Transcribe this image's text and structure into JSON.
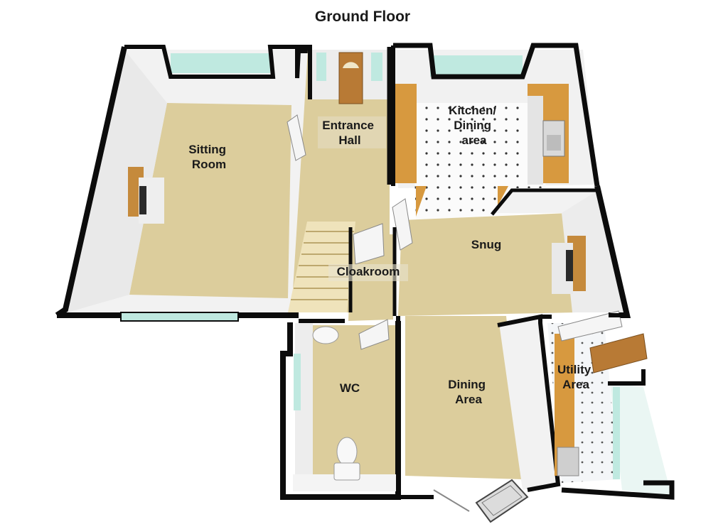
{
  "title": "Ground Floor",
  "rooms": {
    "sitting_room": [
      "Sitting",
      "Room"
    ],
    "entrance_hall": [
      "Entrance",
      "Hall"
    ],
    "kitchen": [
      "Kitchen/",
      "Dining",
      "area"
    ],
    "snug": "Snug",
    "cloakroom": "Cloakroom",
    "wc": "WC",
    "dining_area": [
      "Dining",
      "Area"
    ],
    "utility_area": [
      "Utility",
      "Area"
    ]
  },
  "colors": {
    "carpet": "#dccd9c",
    "wall_top": "#0c0c0c",
    "wall_inner": "#f3f3f3",
    "window": "#bfe9e0",
    "counter": "#d7993f",
    "door_wood": "#b87a35",
    "tile": "#fbfbfb"
  }
}
